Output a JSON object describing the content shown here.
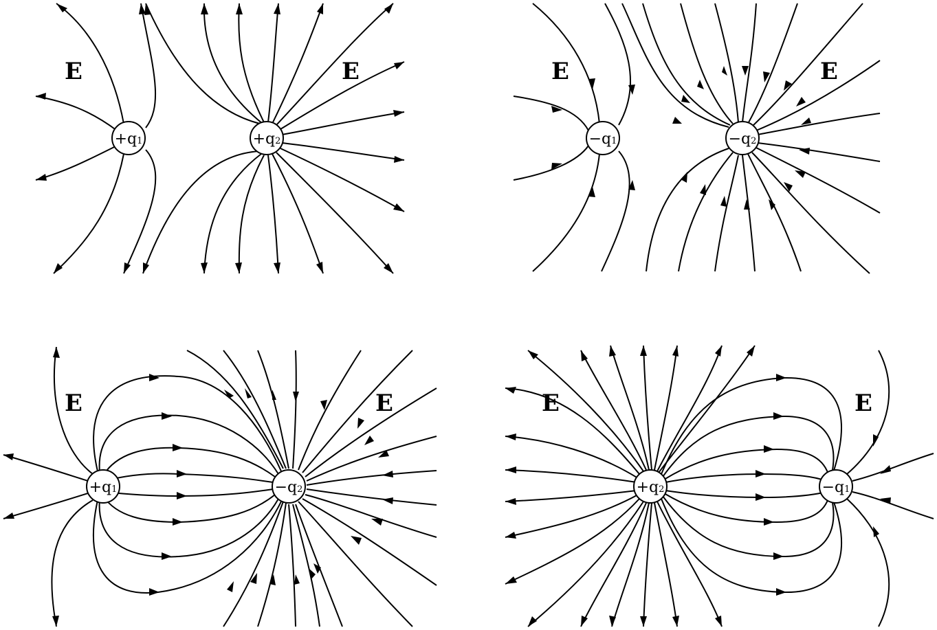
{
  "panels": [
    {
      "id": "same-positive",
      "labels": [
        "E",
        "E"
      ],
      "charges": [
        {
          "sign": "+",
          "letter": "q",
          "sub": "1"
        },
        {
          "sign": "+",
          "letter": "q",
          "sub": "2"
        }
      ]
    },
    {
      "id": "same-negative",
      "labels": [
        "E",
        "E"
      ],
      "charges": [
        {
          "sign": "−",
          "letter": "q",
          "sub": "1"
        },
        {
          "sign": "−",
          "letter": "q",
          "sub": "2"
        }
      ]
    },
    {
      "id": "dipole-pos-left",
      "labels": [
        "E",
        "E"
      ],
      "charges": [
        {
          "sign": "+",
          "letter": "q",
          "sub": "1"
        },
        {
          "sign": "−",
          "letter": "q",
          "sub": "2"
        }
      ]
    },
    {
      "id": "dipole-pos-right",
      "labels": [
        "E",
        "E"
      ],
      "charges": [
        {
          "sign": "+",
          "letter": "q",
          "sub": "2"
        },
        {
          "sign": "−",
          "letter": "q",
          "sub": "1"
        }
      ]
    }
  ]
}
